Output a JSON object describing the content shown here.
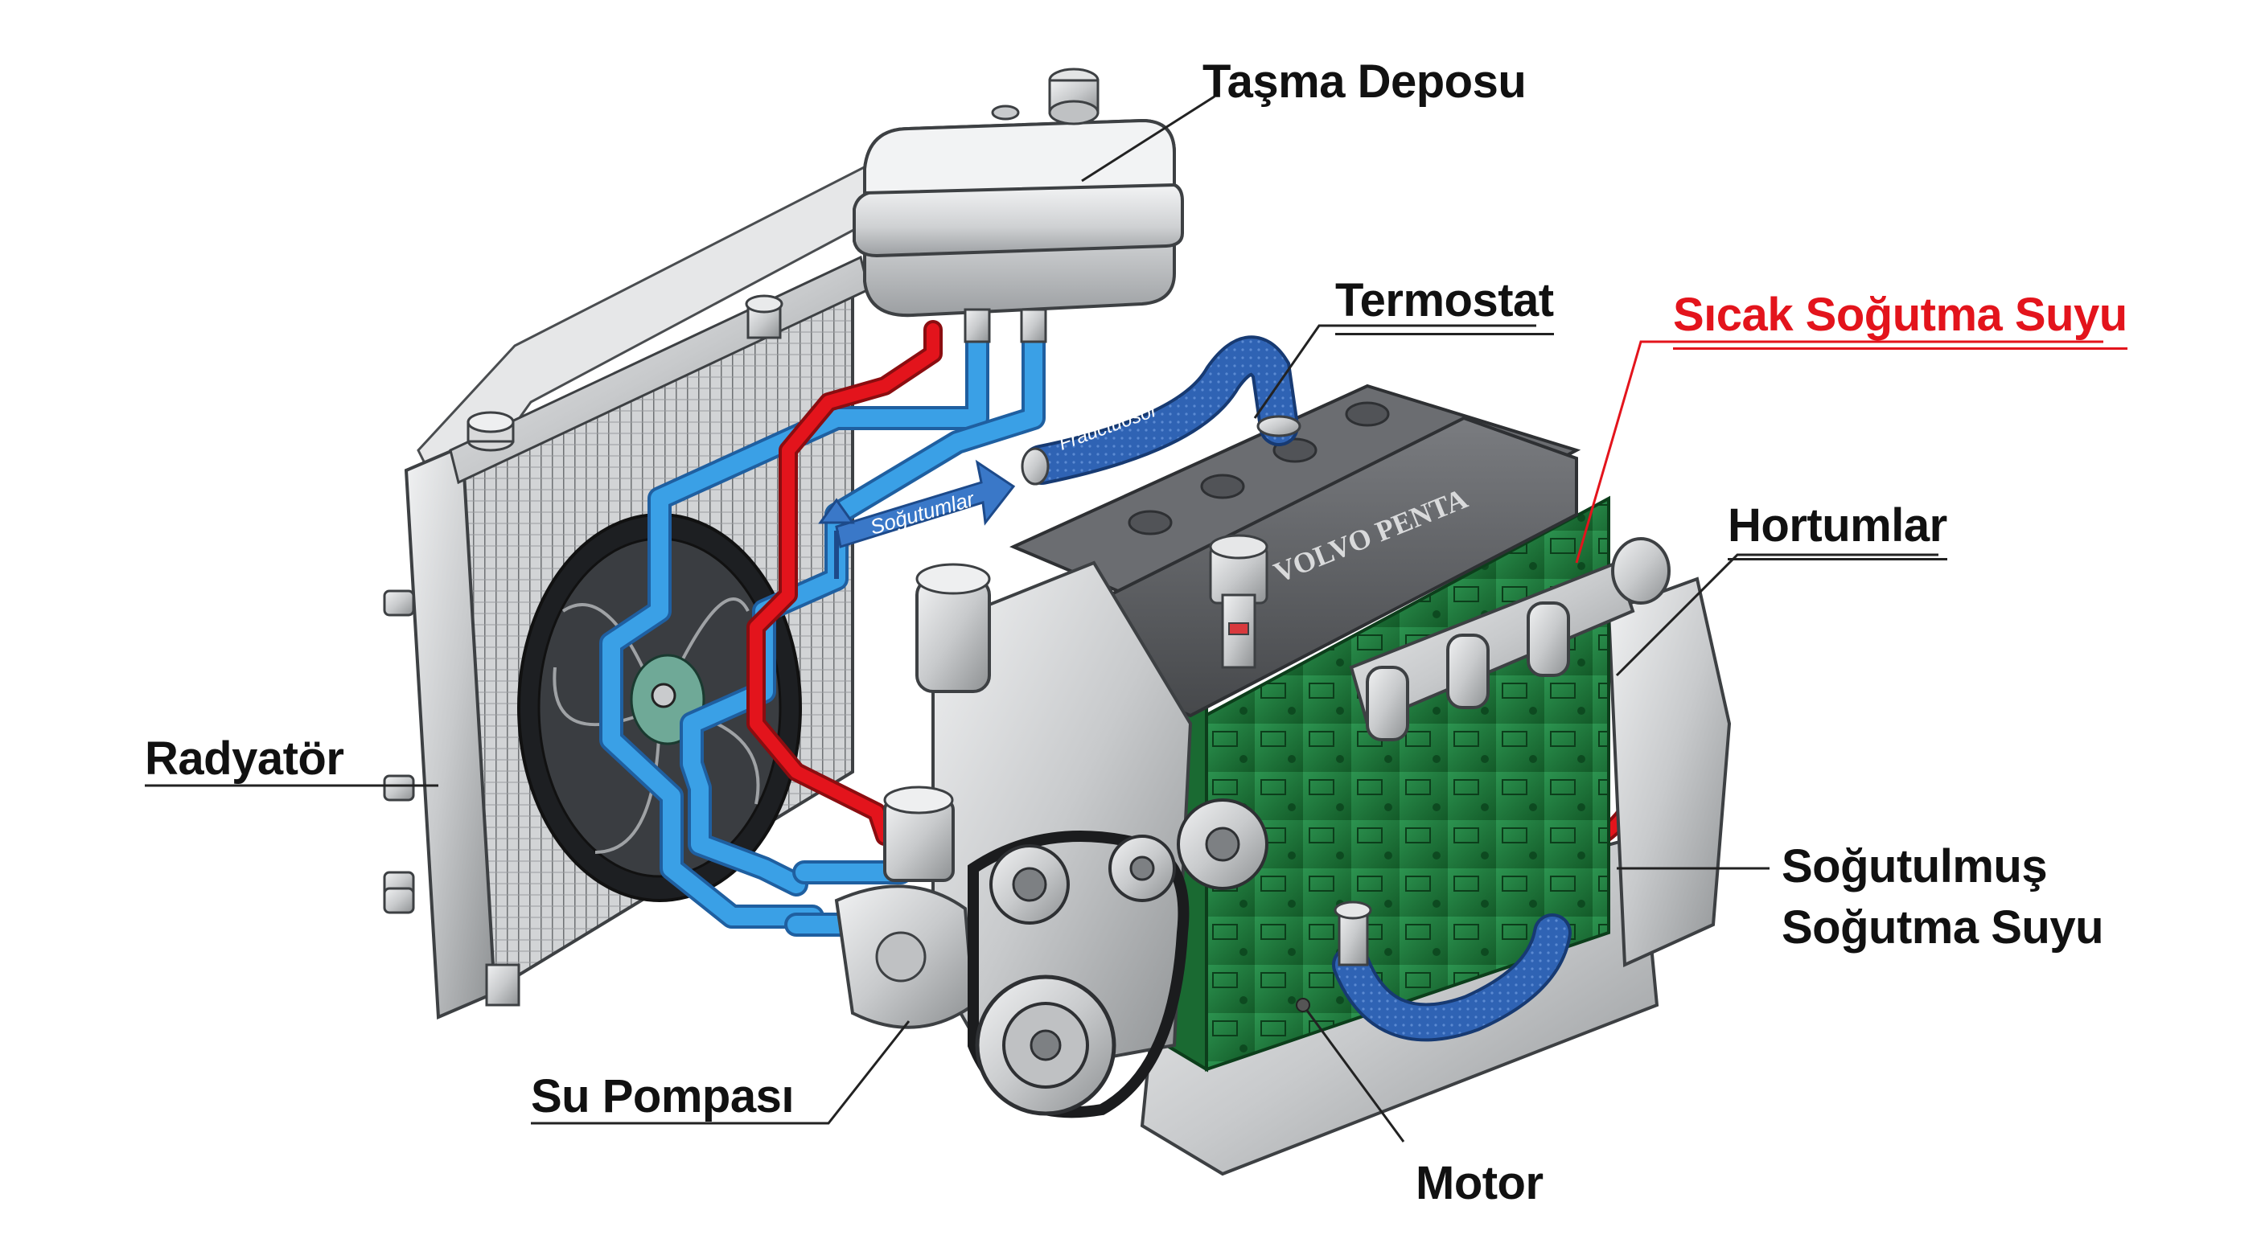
{
  "labels": {
    "expansion_tank": "Taşma Deposu",
    "thermostat": "Termostat",
    "hot_coolant": "Sıcak Soğutma Suyu",
    "hoses": "Hortumlar",
    "radiator": "Radyatör",
    "cooled_coolant_line1": "Soğutulmuş",
    "cooled_coolant_line2": "Soğutma Suyu",
    "water_pump": "Su Pompası",
    "engine": "Motor"
  },
  "hose_texts": {
    "arrow_text": "Soğutumlar",
    "hose_text": "Frauctuosor"
  },
  "engine_brand": "VOLVO PENTA",
  "colors": {
    "hot": "#e3141c",
    "cold": "#3aa0e6",
    "hose_blue": "#2f63b4",
    "engine_green": "#1e7a3a",
    "metal": "#c9cbcd",
    "valve_cover": "#5a5c5f",
    "leader_line": "#222222",
    "label_text": "#111111"
  },
  "icons": {
    "expansion_tank": "tank-icon",
    "radiator": "radiator-icon",
    "fan": "fan-icon",
    "engine": "engine-icon",
    "pump": "pump-icon",
    "belt": "belt-icon",
    "thermostat": "thermostat-icon"
  }
}
